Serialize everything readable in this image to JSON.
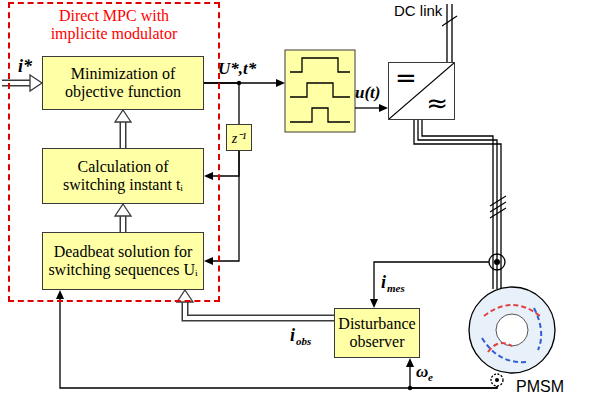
{
  "diagram": {
    "nodes": [
      {
        "text": [
          "Direct MPC with implicite modulator"
        ]
      },
      {
        "text": [
          "Minimization of objective function"
        ],
        "in": 0
      },
      {
        "text": [
          "Calculation of switching instant tᵢ"
        ],
        "in": 0
      },
      {
        "text": [
          "Deadbeat solution for switching sequences Uᵢ"
        ],
        "in": 0
      },
      {
        "text": [
          "z⁻¹"
        ]
      },
      {
        "text": [
          "=",
          "≈"
        ]
      },
      {
        "text": [
          "Disturbance observer"
        ]
      },
      {
        "text": [
          "PMSM"
        ]
      }
    ],
    "edges": [
      {
        "from": 1,
        "to": 4,
        "arrow": "none"
      },
      {
        "from": 4,
        "to": 2,
        "arrow": "to"
      },
      {
        "from": 4,
        "to": 3,
        "arrow": "to"
      },
      {
        "from": 3,
        "to": 2,
        "arrow": "to"
      },
      {
        "from": 2,
        "to": 1,
        "arrow": "to"
      },
      {
        "from": 6,
        "to": 3,
        "arrow": "to"
      },
      {
        "from": 7,
        "to": 3,
        "arrow": "to"
      },
      {
        "from": 7,
        "to": 6,
        "arrow": "to"
      },
      {
        "from": 7,
        "to": 6,
        "arrow": "to"
      },
      {
        "from": 5,
        "to": 7,
        "arrow": "none"
      }
    ],
    "labels": [
      "i*",
      "U*,t*",
      "DC link",
      "u(t)",
      "i",
      "mes",
      "i",
      "obs",
      "ω",
      "e"
    ]
  }
}
